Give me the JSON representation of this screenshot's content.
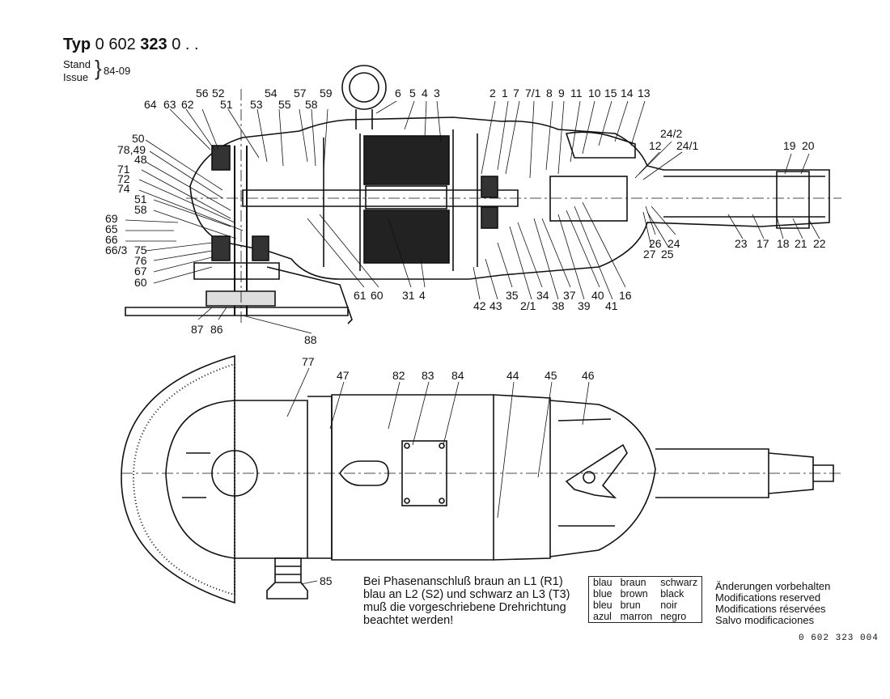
{
  "header": {
    "typ_prefix": "Typ",
    "typ_part1": "0 602",
    "typ_part2": "323",
    "typ_part3": "0 . .",
    "stand": "Stand",
    "issue": "Issue",
    "issue_date": "84-09"
  },
  "part_labels": [
    "64",
    "63",
    "62",
    "56",
    "52",
    "51",
    "53",
    "54",
    "55",
    "57",
    "58",
    "59",
    "6",
    "5",
    "4",
    "3",
    "2",
    "1",
    "7",
    "7/1",
    "8",
    "9",
    "11",
    "10",
    "15",
    "14",
    "13",
    "24/2",
    "12",
    "24/1",
    "19",
    "20",
    "50",
    "78,49",
    "48",
    "71",
    "72",
    "74",
    "51",
    "58",
    "69",
    "65",
    "66",
    "66/3",
    "75",
    "76",
    "67",
    "60",
    "61",
    "60",
    "31",
    "4",
    "42",
    "43",
    "35",
    "2/1",
    "34",
    "38",
    "37",
    "39",
    "40",
    "41",
    "16",
    "23",
    "17",
    "18",
    "21",
    "22",
    "26",
    "24",
    "27",
    "25",
    "87",
    "86",
    "88",
    "77",
    "47",
    "82",
    "83",
    "84",
    "44",
    "45",
    "46",
    "85"
  ],
  "note": [
    "Bei Phasenanschluß braun an L1 (R1)",
    "blau an L2 (S2) und schwarz an L3 (T3)",
    "muß die vorgeschriebene Drehrichtung",
    "beachtet werden!"
  ],
  "color_table": [
    [
      "blau",
      "braun",
      "schwarz"
    ],
    [
      "blue",
      "brown",
      "black"
    ],
    [
      "bleu",
      "brun",
      "noir"
    ],
    [
      "azul",
      "marron",
      "negro"
    ]
  ],
  "modifications": [
    "Änderungen vorbehalten",
    "Modifications reserved",
    "Modifications réservées",
    "Salvo modificaciones"
  ],
  "doc_number": "0 602 323 004"
}
